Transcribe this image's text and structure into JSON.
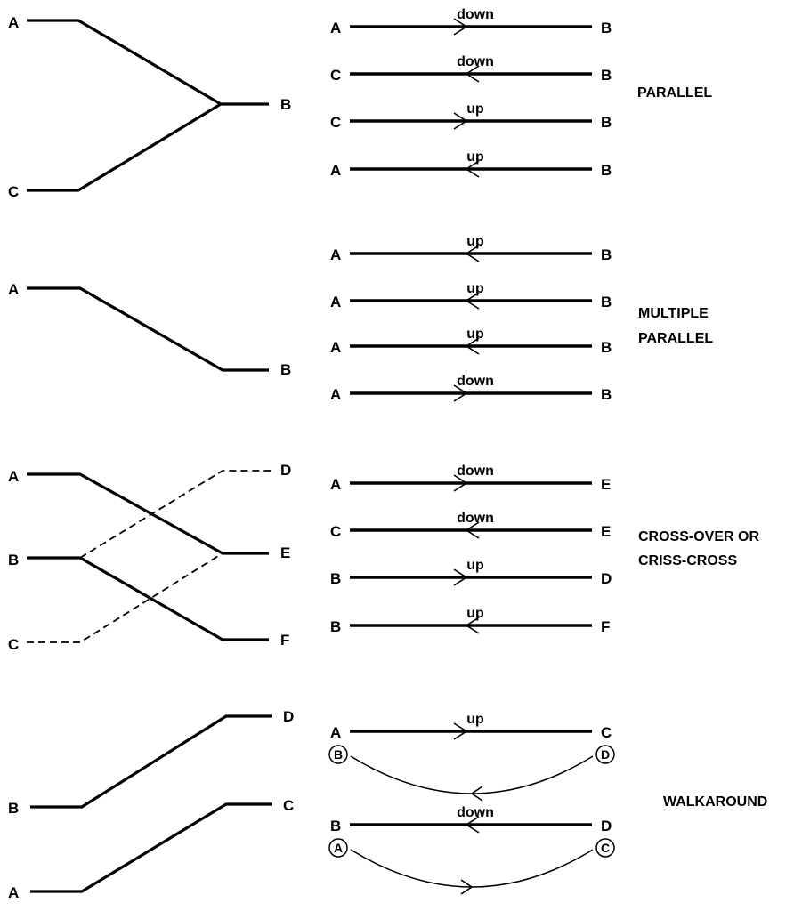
{
  "sections": [
    {
      "title_lines": [
        "PARALLEL"
      ],
      "left": {
        "labels": [
          "A",
          "C",
          "B"
        ]
      },
      "rows": [
        {
          "from": "A",
          "to": "B",
          "word": "down",
          "dir": "right"
        },
        {
          "from": "C",
          "to": "B",
          "word": "down",
          "dir": "left"
        },
        {
          "from": "C",
          "to": "B",
          "word": "up",
          "dir": "right"
        },
        {
          "from": "A",
          "to": "B",
          "word": "up",
          "dir": "left"
        }
      ]
    },
    {
      "title_lines": [
        "MULTIPLE",
        "PARALLEL"
      ],
      "left": {
        "labels": [
          "A",
          "B"
        ]
      },
      "rows": [
        {
          "from": "A",
          "to": "B",
          "word": "up",
          "dir": "left"
        },
        {
          "from": "A",
          "to": "B",
          "word": "up",
          "dir": "left"
        },
        {
          "from": "A",
          "to": "B",
          "word": "up",
          "dir": "left"
        },
        {
          "from": "A",
          "to": "B",
          "word": "down",
          "dir": "right"
        }
      ]
    },
    {
      "title_lines": [
        "CROSS-OVER OR",
        "CRISS-CROSS"
      ],
      "left": {
        "labels": [
          "A",
          "B",
          "C",
          "D",
          "E",
          "F"
        ]
      },
      "rows": [
        {
          "from": "A",
          "to": "E",
          "word": "down",
          "dir": "right"
        },
        {
          "from": "C",
          "to": "E",
          "word": "down",
          "dir": "left"
        },
        {
          "from": "B",
          "to": "D",
          "word": "up",
          "dir": "right"
        },
        {
          "from": "B",
          "to": "F",
          "word": "up",
          "dir": "left"
        }
      ]
    },
    {
      "title_lines": [
        "WALKAROUND"
      ],
      "left": {
        "labels": [
          "D",
          "B",
          "C",
          "A"
        ]
      },
      "rows": [
        {
          "from": "A",
          "to": "C",
          "word": "up",
          "dir": "right",
          "circ_left": "B",
          "circ_right": "D",
          "curve_dir": "left"
        },
        {
          "from": "B",
          "to": "D",
          "word": "down",
          "dir": "left",
          "circ_left": "A",
          "circ_right": "C",
          "curve_dir": "right"
        }
      ]
    }
  ]
}
